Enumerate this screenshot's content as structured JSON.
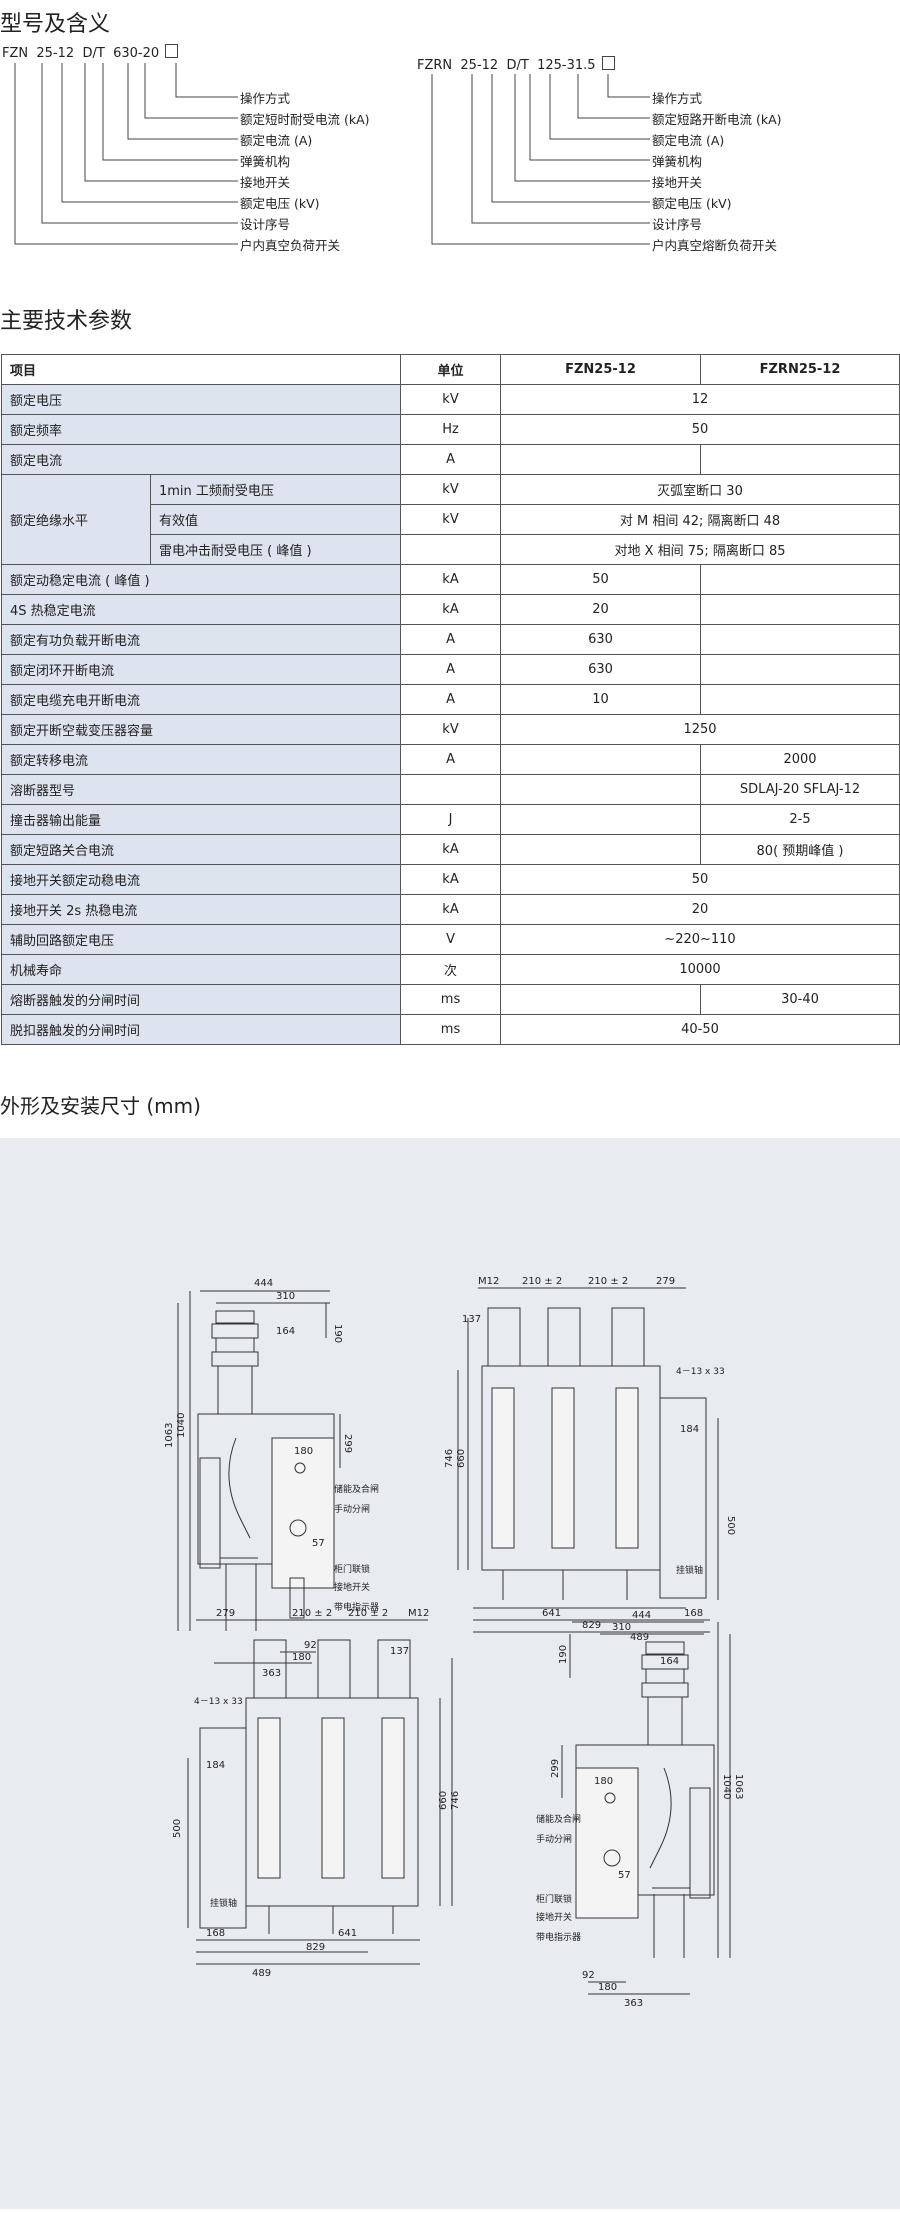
{
  "section1_title": "型号及含义",
  "section2_title": "主要技术参数",
  "section3_title": "外形及安装尺寸 (mm)",
  "code_fzn": {
    "p1": "FZN",
    "p2": "25",
    "p3": "12",
    "p4": "D",
    "p5": "T",
    "p6": "630",
    "p7": "20",
    "sep1": "-",
    "sep2": "/",
    "sep3": "-"
  },
  "code_fzrn": {
    "p1": "FZRN",
    "p2": "25",
    "p3": "12",
    "p4": "D",
    "p5": "T",
    "p6": "125",
    "p7": "31.5",
    "sep1": "-",
    "sep2": "/",
    "sep3": "-"
  },
  "legend_fzn": [
    "操作方式",
    "额定短时耐受电流 (kA)",
    "额定电流 (A)",
    "弹簧机构",
    "接地开关",
    "额定电压 (kV)",
    "设计序号",
    "户内真空负荷开关"
  ],
  "legend_fzrn": [
    "操作方式",
    "额定短路开断电流 (kA)",
    "额定电流 (A)",
    "弹簧机构",
    "接地开关",
    "额定电压 (kV)",
    "设计序号",
    "户内真空熔断负荷开关"
  ],
  "table": {
    "headers": {
      "item": "项目",
      "unit": "单位",
      "fzn": "FZN25-12",
      "fzrn": "FZRN25-12"
    },
    "rows": {
      "r1": {
        "name": "额定电压",
        "unit": "kV",
        "val": "12"
      },
      "r2": {
        "name": "额定频率",
        "unit": "Hz",
        "val": "50"
      },
      "r3": {
        "name": "额定电流",
        "unit": "A"
      },
      "r4": {
        "name": "额定绝缘水平",
        "sub1": "1min 工频耐受电压",
        "unit1": "kV",
        "val1": "灭弧室断口 30",
        "sub2": "有效值",
        "unit2": "kV",
        "val2": "对 M 相间 42; 隔离断口 48",
        "sub3": "雷电冲击耐受电压 ( 峰值 )",
        "val3": "对地 X 相间 75; 隔离断口 85"
      },
      "r5": {
        "name": "额定动稳定电流 ( 峰值 )",
        "unit": "kA",
        "val": "50"
      },
      "r6": {
        "name": "4S 热稳定电流",
        "unit": "kA",
        "val": "20"
      },
      "r7": {
        "name": "额定有功负载开断电流",
        "unit": "A",
        "val": "630"
      },
      "r8": {
        "name": "额定闭环开断电流",
        "unit": "A",
        "val": "630"
      },
      "r9": {
        "name": "额定电缆充电开断电流",
        "unit": "A",
        "val": "10"
      },
      "r10": {
        "name": "额定开断空载变压器容量",
        "unit": "kV",
        "val": "1250"
      },
      "r11": {
        "name": "额定转移电流",
        "unit": "A",
        "val": "2000"
      },
      "r12": {
        "name": "溶断器型号",
        "val": "SDLAJ-20 SFLAJ-12"
      },
      "r13": {
        "name": "撞击器输出能量",
        "unit": "J",
        "val": "2-5"
      },
      "r14": {
        "name": "额定短路关合电流",
        "unit": "kA",
        "val": "80( 预期峰值 )"
      },
      "r15": {
        "name": "接地开关额定动稳电流",
        "unit": "kA",
        "val": "50"
      },
      "r16": {
        "name": "接地开关 2s 热稳电流",
        "unit": "kA",
        "val": "20"
      },
      "r17": {
        "name": "辅助回路额定电压",
        "unit": "V",
        "val": "~220~110"
      },
      "r18": {
        "name": "机械寿命",
        "unit": "次",
        "val": "10000"
      },
      "r19": {
        "name": "熔断器触发的分闸时间",
        "unit": "ms",
        "val": "30-40"
      },
      "r20": {
        "name": "脱扣器触发的分闸时间",
        "unit": "ms",
        "val": "40-50"
      }
    }
  },
  "drawing": {
    "d1": {
      "w444": "444",
      "w310": "310",
      "w164": "164",
      "h190": "190",
      "h299": "299",
      "h1063": "1063",
      "h1040": "1040",
      "w180a": "180",
      "w57": "57",
      "w92": "92",
      "w180b": "180",
      "w363": "363"
    },
    "d2": {
      "m12": "M12",
      "p1": "210 ± 2",
      "p2": "210 ± 2",
      "w279": "279",
      "w137": "137",
      "holes": "4－13 x 33",
      "w184": "184",
      "h746": "746",
      "h660": "660",
      "h500": "500",
      "w641": "641",
      "w168": "168",
      "w829": "829",
      "w489": "489"
    },
    "notes": {
      "n1": "储能及合闸",
      "n2": "手动分闸",
      "n3": "柜门联锁",
      "n4": "接地开关",
      "n5": "带电指示器",
      "n6": "挂锁轴"
    }
  }
}
